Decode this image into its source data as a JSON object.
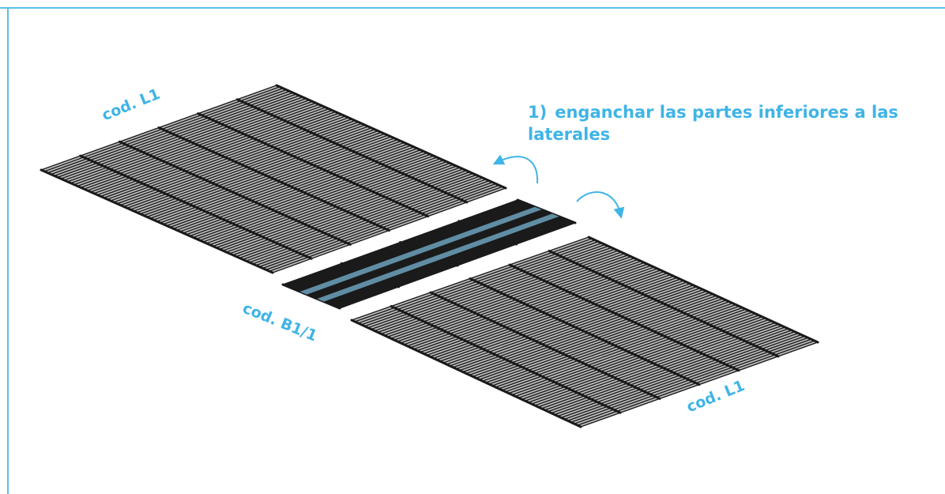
{
  "instruction": {
    "number": "1)",
    "text": "enganchar las partes inferiores a las laterales"
  },
  "parts": {
    "left_panel_code": "cod. L1",
    "center_panel_code": "cod. B1/1",
    "right_panel_code": "cod. L1"
  },
  "colors": {
    "label": "#3fb4e6",
    "frame": "#5bbfe3",
    "wire": "#1a1a1a",
    "bottom_highlight": "#7fbfe0"
  },
  "icons": {
    "rotate_left": "curved-arrow-counterclockwise",
    "rotate_right": "curved-arrow-clockwise"
  }
}
